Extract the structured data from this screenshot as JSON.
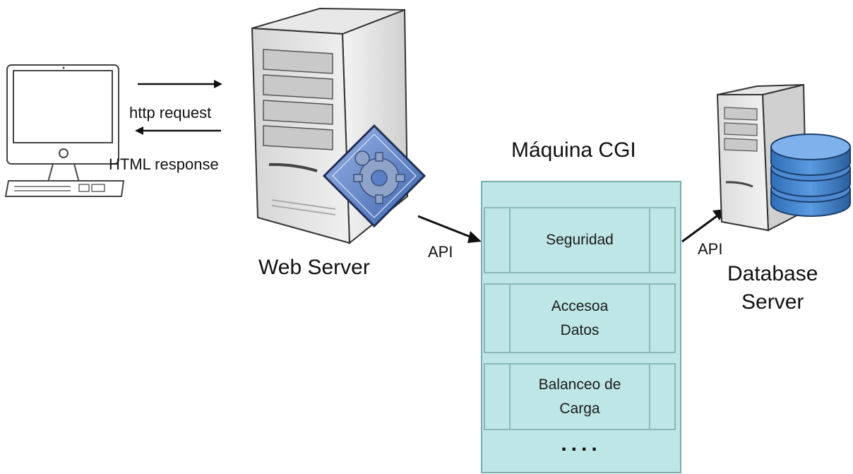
{
  "labels": {
    "http_request": "http request",
    "html_response": "HTML response",
    "web_server": "Web Server",
    "api_left": "API",
    "api_right": "API",
    "cgi_title": "Máquina CGI",
    "database_server": "Database\nServer"
  },
  "cgi_modules": [
    {
      "label": "Seguridad"
    },
    {
      "label": "Accesoa\nDatos"
    },
    {
      "label": "Balanceo de\nCarga"
    }
  ],
  "cgi_more": "....",
  "icons": {
    "client": "desktop-computer-icon",
    "web_server": "server-tower-icon",
    "cgi_badge": "gear-diamond-icon",
    "db_server": "database-server-icon"
  },
  "colors": {
    "cgi_fill": "#bfe6e6",
    "cgi_border": "#7aaeae",
    "db_blue": "#3f7fc8",
    "badge_blue": "#5b7fc4"
  }
}
